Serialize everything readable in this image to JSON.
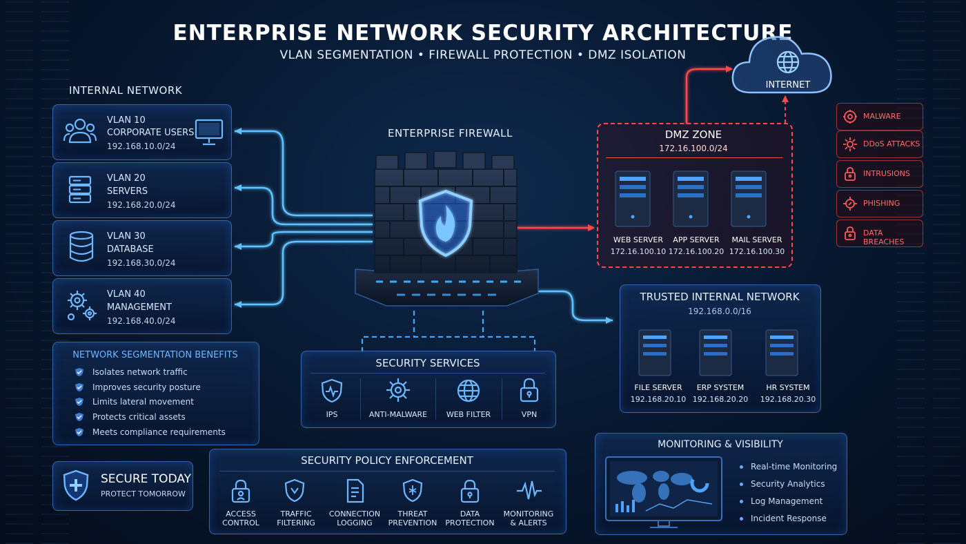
{
  "header": {
    "title": "ENTERPRISE NETWORK SECURITY ARCHITECTURE",
    "subtitle": "VLAN SEGMENTATION  •  FIREWALL PROTECTION  •  DMZ ISOLATION"
  },
  "internal": {
    "label": "INTERNAL NETWORK",
    "vlans": [
      {
        "id": "VLAN 10",
        "name": "CORPORATE USERS",
        "subnet": "192.168.10.0/24",
        "icon": "users-icon"
      },
      {
        "id": "VLAN 20",
        "name": "SERVERS",
        "subnet": "192.168.20.0/24",
        "icon": "server-rack-icon"
      },
      {
        "id": "VLAN 30",
        "name": "DATABASE",
        "subnet": "192.168.30.0/24",
        "icon": "database-icon"
      },
      {
        "id": "VLAN 40",
        "name": "MANAGEMENT",
        "subnet": "192.168.40.0/24",
        "icon": "gears-icon"
      }
    ]
  },
  "firewall": {
    "label": "ENTERPRISE FIREWALL",
    "icon": "shield-flame-icon"
  },
  "internet": {
    "label": "INTERNET",
    "icon": "globe-icon"
  },
  "dmz": {
    "title": "DMZ ZONE",
    "subnet": "172.16.100.0/24",
    "servers": [
      {
        "name": "WEB SERVER",
        "ip": "172.16.100.10"
      },
      {
        "name": "APP SERVER",
        "ip": "172.16.100.20"
      },
      {
        "name": "MAIL SERVER",
        "ip": "172.16.100.30"
      }
    ]
  },
  "threats": [
    {
      "label": "MALWARE",
      "icon": "bug-icon"
    },
    {
      "label": "DDoS ATTACKS",
      "icon": "burst-icon"
    },
    {
      "label": "INTRUSIONS",
      "icon": "lock-open-icon"
    },
    {
      "label": "PHISHING",
      "icon": "hook-icon"
    },
    {
      "label": "DATA BREACHES",
      "icon": "lock-icon"
    }
  ],
  "trusted": {
    "title": "TRUSTED INTERNAL NETWORK",
    "subnet": "192.168.0.0/16",
    "servers": [
      {
        "name": "FILE SERVER",
        "ip": "192.168.20.10"
      },
      {
        "name": "ERP SYSTEM",
        "ip": "192.168.20.20"
      },
      {
        "name": "HR SYSTEM",
        "ip": "192.168.20.30"
      }
    ]
  },
  "services": {
    "title": "SECURITY SERVICES",
    "items": [
      {
        "label": "IPS",
        "icon": "shield-pulse-icon"
      },
      {
        "label": "ANTI-MALWARE",
        "icon": "virus-icon"
      },
      {
        "label": "WEB FILTER",
        "icon": "globe-icon"
      },
      {
        "label": "VPN",
        "icon": "padlock-icon"
      }
    ]
  },
  "benefits": {
    "title": "NETWORK SEGMENTATION BENEFITS",
    "items": [
      "Isolates network traffic",
      "Improves security posture",
      "Limits lateral movement",
      "Protects critical assets",
      "Meets compliance requirements"
    ]
  },
  "secure": {
    "title": "SECURE TODAY",
    "subtitle": "PROTECT TOMORROW"
  },
  "policy": {
    "title": "SECURITY POLICY ENFORCEMENT",
    "items": [
      {
        "line1": "ACCESS",
        "line2": "CONTROL",
        "icon": "lock-user-icon"
      },
      {
        "line1": "TRAFFIC",
        "line2": "FILTERING",
        "icon": "shield-filter-icon"
      },
      {
        "line1": "CONNECTION",
        "line2": "LOGGING",
        "icon": "document-icon"
      },
      {
        "line1": "THREAT",
        "line2": "PREVENTION",
        "icon": "shield-bug-icon"
      },
      {
        "line1": "DATA",
        "line2": "PROTECTION",
        "icon": "padlock-icon"
      },
      {
        "line1": "MONITORING",
        "line2": "& ALERTS",
        "icon": "pulse-icon"
      }
    ]
  },
  "monitoring": {
    "title": "MONITORING & VISIBILITY",
    "items": [
      "Real-time Monitoring",
      "Security Analytics",
      "Log Management",
      "Incident Response"
    ]
  },
  "colors": {
    "accent": "#3fa9ff",
    "danger": "#ff4a4a",
    "bg": "#071733"
  }
}
